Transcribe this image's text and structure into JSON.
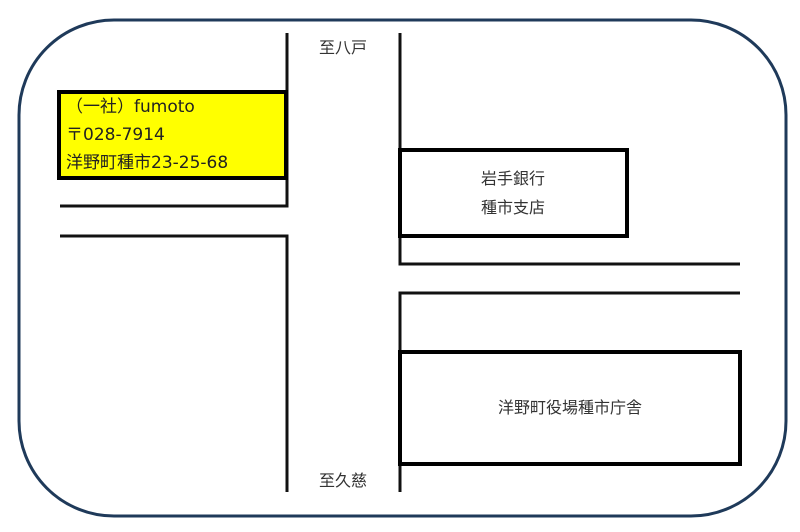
{
  "map": {
    "direction_north": "至八戸",
    "direction_south": "至久慈",
    "destination": {
      "lines": [
        "（一社）fumoto",
        "〒028-7914",
        "洋野町種市23-25-68"
      ],
      "highlight_color": "#ffff00"
    },
    "landmarks": [
      {
        "lines": [
          "岩手銀行",
          "種市支店"
        ]
      },
      {
        "lines": [
          "洋野町役場種市庁舎"
        ]
      }
    ],
    "frame_color": "#1f3a5a"
  }
}
